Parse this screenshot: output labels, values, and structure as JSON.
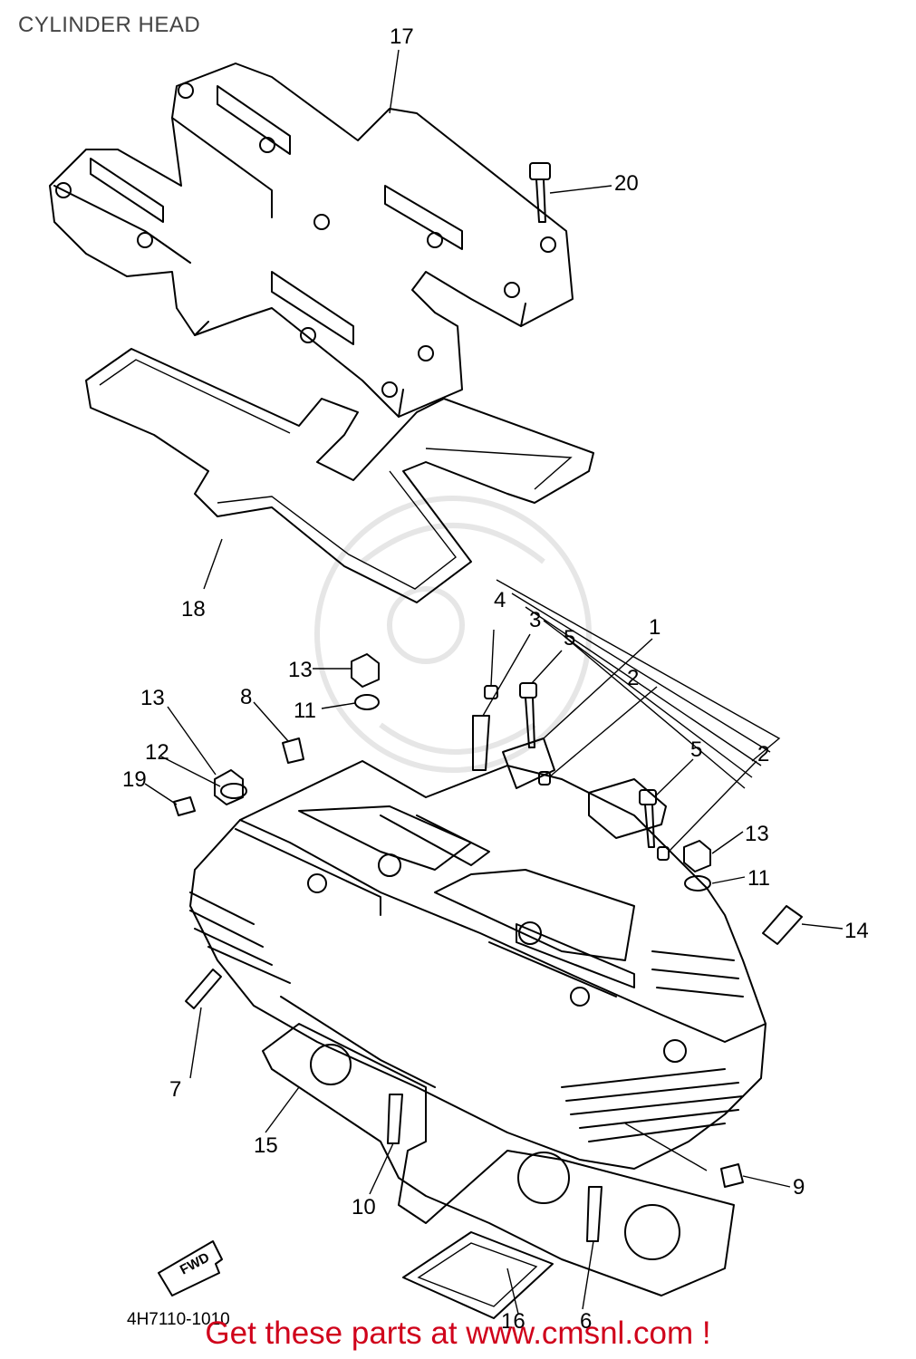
{
  "title": "CYLINDER HEAD",
  "diagram_code": "4H7110-1010",
  "fwd_label": "FWD",
  "cta": "Get these parts at www.cmsnl.com !",
  "labels": {
    "l1": "1",
    "l2a": "2",
    "l2b": "2",
    "l3": "3",
    "l4": "4",
    "l5a": "5",
    "l5b": "5",
    "l6": "6",
    "l7": "7",
    "l8": "8",
    "l9": "9",
    "l10": "10",
    "l11a": "11",
    "l11b": "11",
    "l12": "12",
    "l13a": "13",
    "l13b": "13",
    "l13c": "13",
    "l14": "14",
    "l15": "15",
    "l16": "16",
    "l17": "17",
    "l18": "18",
    "l19": "19",
    "l20": "20"
  }
}
